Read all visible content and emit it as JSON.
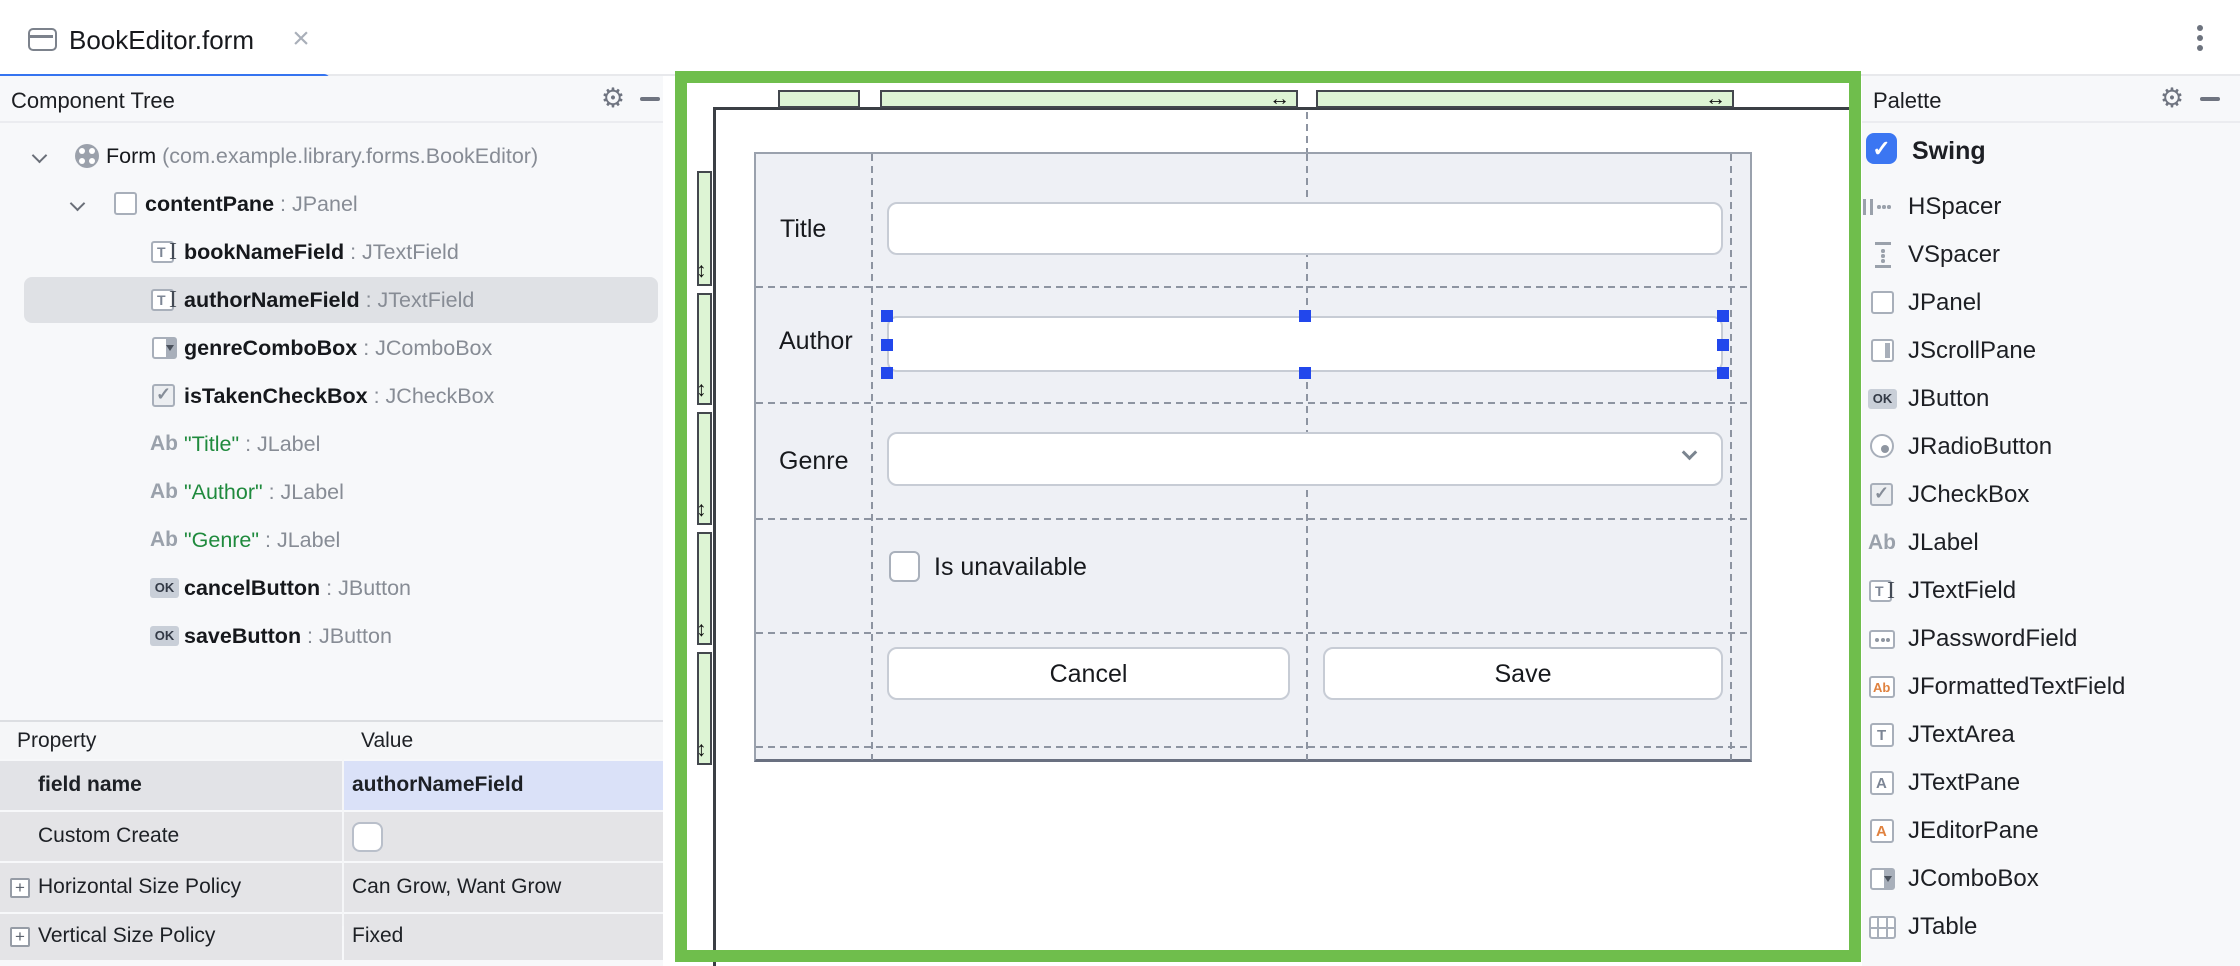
{
  "tab": {
    "title": "BookEditor.form",
    "close_glyph": "×"
  },
  "colors": {
    "accent_blue": "#3574f0",
    "selection_border_green": "#6fbe4c",
    "grid_header_green": "#ddf4d4",
    "handle_blue": "#2247ec",
    "label_green": "#1f8a3d",
    "selected_value_bg": "#dae1f8",
    "tree_selection_bg": "#dfe1e5"
  },
  "component_tree": {
    "title": "Component Tree",
    "icons": {
      "settings": "gear-icon",
      "hide": "minimize-icon"
    },
    "items": [
      {
        "icon": "form",
        "name": "Form",
        "suffix": " (com.example.library.forms.BookEditor)",
        "level": 0,
        "chevron": true,
        "style": "plain",
        "selected": false
      },
      {
        "icon": "panel",
        "name": "contentPane",
        "suffix": " : JPanel",
        "level": 1,
        "chevron": true,
        "style": "bold",
        "selected": false
      },
      {
        "icon": "textfield",
        "name": "bookNameField",
        "suffix": " : JTextField",
        "level": 2,
        "chevron": false,
        "style": "bold",
        "selected": false
      },
      {
        "icon": "textfield",
        "name": "authorNameField",
        "suffix": " : JTextField",
        "level": 2,
        "chevron": false,
        "style": "bold",
        "selected": true
      },
      {
        "icon": "combobox",
        "name": "genreComboBox",
        "suffix": " : JComboBox",
        "level": 2,
        "chevron": false,
        "style": "bold",
        "selected": false
      },
      {
        "icon": "checkbox",
        "name": "isTakenCheckBox",
        "suffix": " : JCheckBox",
        "level": 2,
        "chevron": false,
        "style": "bold",
        "selected": false
      },
      {
        "icon": "label",
        "name": "\"Title\"",
        "suffix": " : JLabel",
        "level": 2,
        "chevron": false,
        "style": "green",
        "selected": false
      },
      {
        "icon": "label",
        "name": "\"Author\"",
        "suffix": " : JLabel",
        "level": 2,
        "chevron": false,
        "style": "green",
        "selected": false
      },
      {
        "icon": "label",
        "name": "\"Genre\"",
        "suffix": " : JLabel",
        "level": 2,
        "chevron": false,
        "style": "green",
        "selected": false
      },
      {
        "icon": "button",
        "name": "cancelButton",
        "suffix": " : JButton",
        "level": 2,
        "chevron": false,
        "style": "bold",
        "selected": false
      },
      {
        "icon": "button",
        "name": "saveButton",
        "suffix": " : JButton",
        "level": 2,
        "chevron": false,
        "style": "bold",
        "selected": false
      }
    ]
  },
  "properties": {
    "columns": [
      "Property",
      "Value"
    ],
    "rows": [
      {
        "label": "field name",
        "value": "authorNameField",
        "kind": "text",
        "bold": true,
        "expandable": false,
        "selected": true
      },
      {
        "label": "Custom Create",
        "value": "",
        "kind": "checkbox",
        "bold": false,
        "expandable": false,
        "selected": false,
        "checked": false
      },
      {
        "label": "Horizontal Size Policy",
        "value": "Can Grow, Want Grow",
        "kind": "text",
        "bold": false,
        "expandable": true,
        "selected": false
      },
      {
        "label": "Vertical Size Policy",
        "value": "Fixed",
        "kind": "text",
        "bold": false,
        "expandable": true,
        "selected": false
      }
    ]
  },
  "designer": {
    "row_labels": [
      "Title",
      "Author",
      "Genre"
    ],
    "checkbox_label": "Is unavailable",
    "cancel_label": "Cancel",
    "save_label": "Save",
    "resize_arrow_h": "↔",
    "resize_arrow_v": "↕"
  },
  "palette": {
    "title": "Palette",
    "icons": {
      "settings": "gear-icon",
      "hide": "minimize-icon"
    },
    "group": {
      "label": "Swing",
      "checked": true,
      "check_glyph": "✓"
    },
    "items": [
      {
        "icon": "hspacer",
        "label": "HSpacer"
      },
      {
        "icon": "vspacer",
        "label": "VSpacer"
      },
      {
        "icon": "panel",
        "label": "JPanel"
      },
      {
        "icon": "scrollpane",
        "label": "JScrollPane"
      },
      {
        "icon": "button",
        "label": "JButton"
      },
      {
        "icon": "radiobutton",
        "label": "JRadioButton"
      },
      {
        "icon": "checkbox",
        "label": "JCheckBox"
      },
      {
        "icon": "label",
        "label": "JLabel"
      },
      {
        "icon": "textfield",
        "label": "JTextField"
      },
      {
        "icon": "passwordfield",
        "label": "JPasswordField"
      },
      {
        "icon": "formattedfield",
        "label": "JFormattedTextField"
      },
      {
        "icon": "textarea",
        "label": "JTextArea"
      },
      {
        "icon": "textpane",
        "label": "JTextPane"
      },
      {
        "icon": "editorpane",
        "label": "JEditorPane"
      },
      {
        "icon": "combobox",
        "label": "JComboBox"
      },
      {
        "icon": "table",
        "label": "JTable"
      },
      {
        "icon": "partial",
        "label": ""
      }
    ]
  }
}
